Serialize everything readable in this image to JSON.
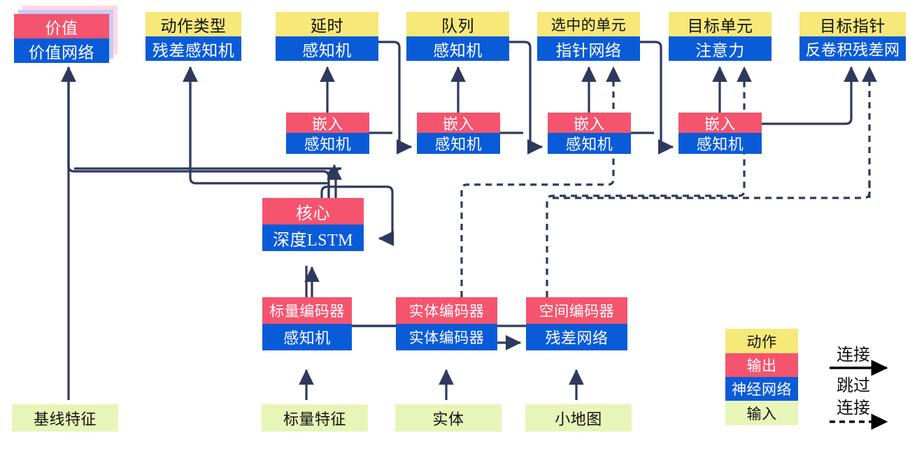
{
  "diagram": {
    "title": "",
    "colors": {
      "action": "#f7e87a",
      "output": "#f5546e",
      "network": "#0a5bd8",
      "input": "#e8f5b8",
      "wire": "#2d3a5e"
    },
    "nodes": [
      {
        "id": "value",
        "action": "",
        "output": "价值",
        "net": "价值网络"
      },
      {
        "id": "action_type",
        "action": "动作类型",
        "output": "",
        "net": "残差感知机"
      },
      {
        "id": "delay",
        "action": "延时",
        "output": "",
        "net": "感知机"
      },
      {
        "id": "queued",
        "action": "队列",
        "output": "",
        "net": "感知机"
      },
      {
        "id": "selected",
        "action": "选中的单元",
        "output": "",
        "net": "指针网络"
      },
      {
        "id": "target_unit",
        "action": "目标单元",
        "output": "",
        "net": "注意力"
      },
      {
        "id": "target_point",
        "action": "目标指针",
        "output": "",
        "net": "反卷积残差网"
      },
      {
        "id": "embed1",
        "action": "",
        "output": "嵌入",
        "net": "感知机"
      },
      {
        "id": "embed2",
        "action": "",
        "output": "嵌入",
        "net": "感知机"
      },
      {
        "id": "embed3",
        "action": "",
        "output": "嵌入",
        "net": "感知机"
      },
      {
        "id": "embed4",
        "action": "",
        "output": "嵌入",
        "net": "感知机"
      },
      {
        "id": "core",
        "action": "",
        "output": "核心",
        "net": "深度LSTM"
      },
      {
        "id": "scalar_enc",
        "action": "",
        "output": "标量编码器",
        "net": "感知机"
      },
      {
        "id": "entity_enc",
        "action": "",
        "output": "实体编码器",
        "net": "实体编码器"
      },
      {
        "id": "spatial_enc",
        "action": "",
        "output": "空间编码器",
        "net": "残差网络"
      }
    ],
    "inputs": [
      {
        "id": "baseline_features",
        "label": "基线特征"
      },
      {
        "id": "scalar_features",
        "label": "标量特征"
      },
      {
        "id": "entities",
        "label": "实体"
      },
      {
        "id": "minimap",
        "label": "小地图"
      }
    ],
    "legend": {
      "swatches": [
        {
          "id": "legend-action",
          "label": "动作",
          "kind": "action"
        },
        {
          "id": "legend-output",
          "label": "输出",
          "kind": "output"
        },
        {
          "id": "legend-network",
          "label": "神经网络",
          "kind": "network"
        },
        {
          "id": "legend-input",
          "label": "输入",
          "kind": "input"
        }
      ],
      "edges": [
        {
          "id": "legend-connection",
          "label": "连接",
          "style": "solid"
        },
        {
          "id": "legend-skip-connection",
          "label_line1": "跳过",
          "label_line2": "连接",
          "style": "dashed"
        }
      ]
    }
  }
}
